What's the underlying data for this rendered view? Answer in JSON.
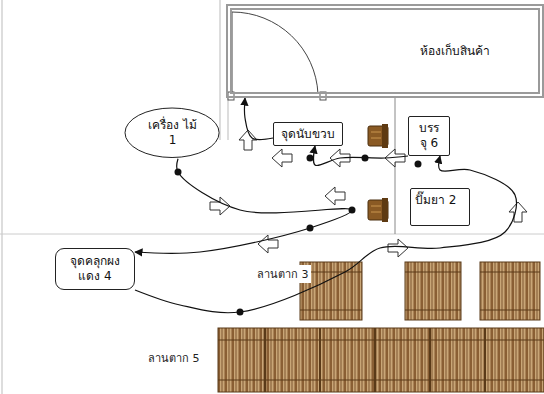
{
  "diagram": {
    "nodes": [
      {
        "text": [
          "ห้องเก็บสินค้า"
        ]
      },
      {
        "text": [
          "เครื่อง ไม้ 1"
        ]
      },
      {
        "text": [
          "จุดนับขวบ"
        ]
      },
      {
        "text": [
          "บรร จุ 6"
        ]
      },
      {
        "text": [
          "ปั๊มยา 2"
        ]
      },
      {
        "text": [
          "จุดคลุกผง แดง 4"
        ]
      }
    ],
    "edges": [
      {
        "from": 1,
        "to": 5,
        "arrow": "to"
      },
      {
        "from": 5,
        "to": 3,
        "arrow": "to"
      },
      {
        "from": 3,
        "to": 2,
        "arrow": "to"
      },
      {
        "from": 2,
        "to": 0,
        "arrow": "to"
      }
    ],
    "labels": [
      "ลานตาก 3",
      "ลานตาก 5"
    ]
  }
}
